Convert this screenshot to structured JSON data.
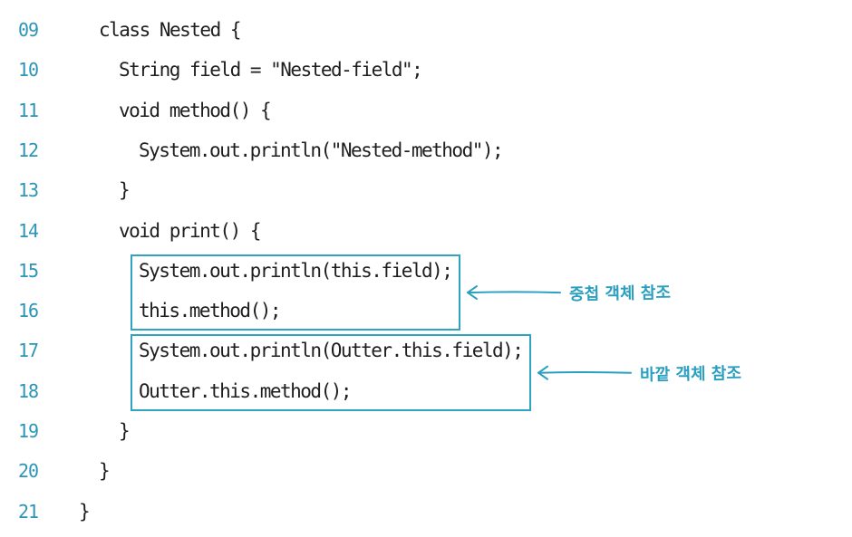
{
  "colors": {
    "line_number": "#2a95b8",
    "code_text": "#1e1e1e",
    "highlight_border": "#2fa3c2",
    "annotation": "#2a9fc0",
    "background": "#ffffff"
  },
  "code_lines": [
    {
      "number": "09",
      "indent": 2,
      "text": "class Nested {"
    },
    {
      "number": "10",
      "indent": 3,
      "text": "String field = \"Nested-field\";"
    },
    {
      "number": "11",
      "indent": 3,
      "text": "void method() {"
    },
    {
      "number": "12",
      "indent": 4,
      "text": "System.out.println(\"Nested-method\");"
    },
    {
      "number": "13",
      "indent": 3,
      "text": "}"
    },
    {
      "number": "14",
      "indent": 3,
      "text": "void print() {"
    },
    {
      "number": "15",
      "indent": 4,
      "text": "System.out.println(this.field);"
    },
    {
      "number": "16",
      "indent": 4,
      "text": "this.method();"
    },
    {
      "number": "17",
      "indent": 4,
      "text": "System.out.println(Outter.this.field);"
    },
    {
      "number": "18",
      "indent": 4,
      "text": "Outter.this.method();"
    },
    {
      "number": "19",
      "indent": 3,
      "text": "}"
    },
    {
      "number": "20",
      "indent": 2,
      "text": "}"
    },
    {
      "number": "21",
      "indent": 1,
      "text": "}"
    }
  ],
  "annotations": [
    {
      "label": "중첩 객체 참조",
      "first_line": 7,
      "last_line": 8
    },
    {
      "label": "바깥 객체 참조",
      "first_line": 9,
      "last_line": 10
    }
  ]
}
